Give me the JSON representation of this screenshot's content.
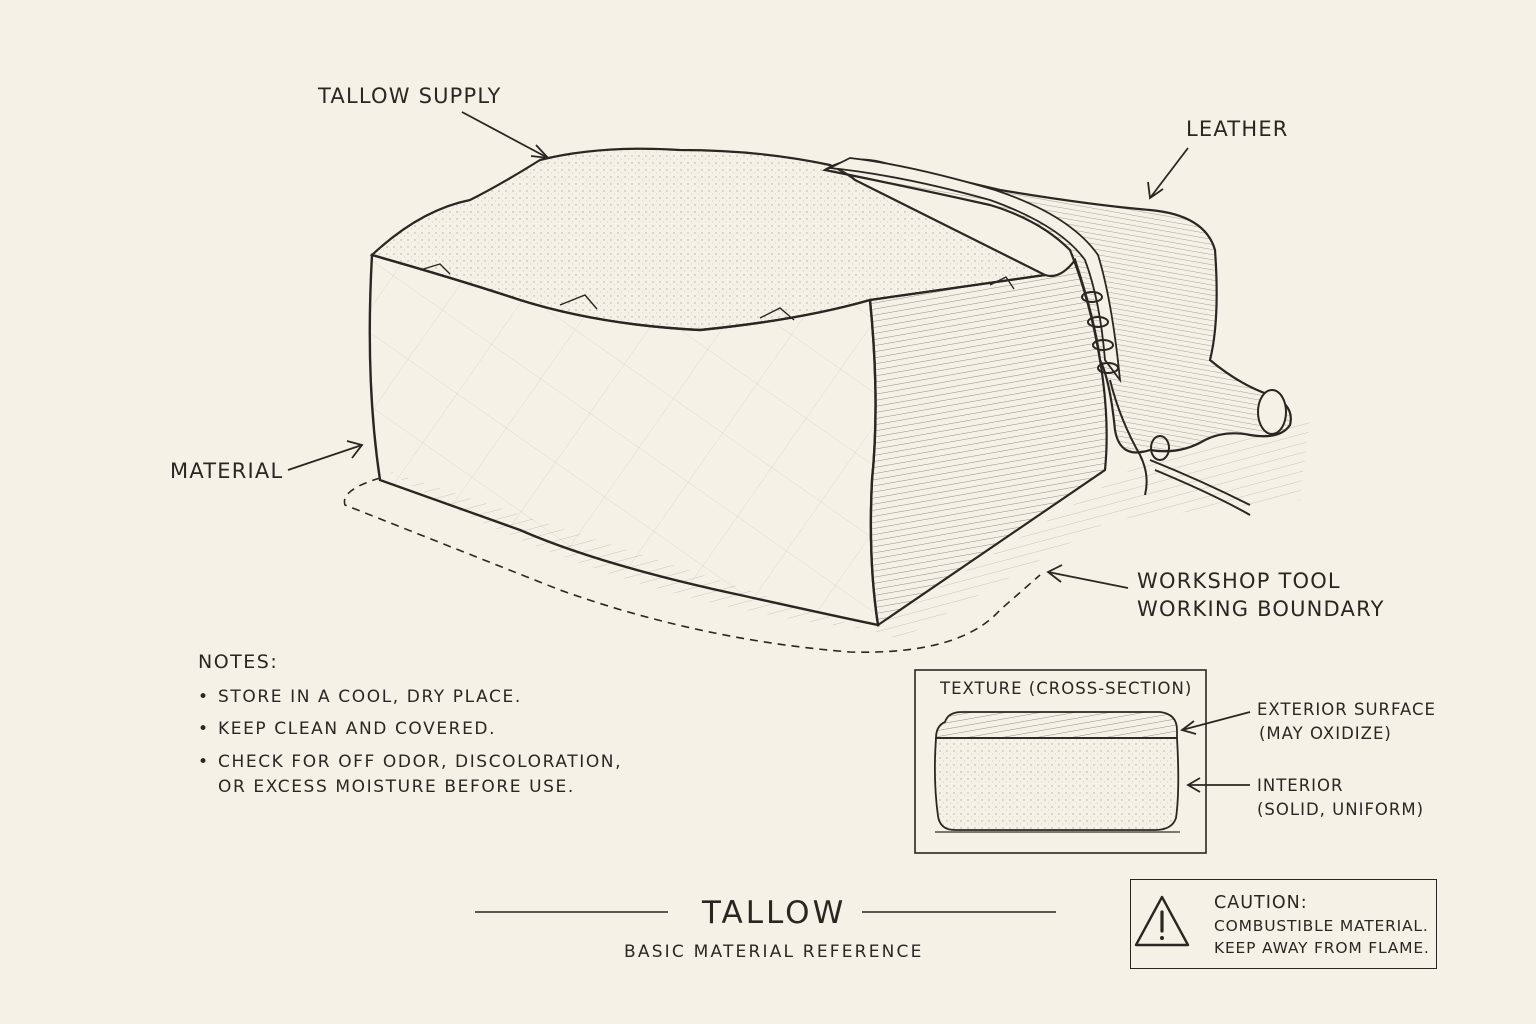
{
  "labels": {
    "tallow_supply": "TALLOW SUPPLY",
    "leather": "LEATHER",
    "material": "MATERIAL",
    "boundary_line1": "WORKSHOP TOOL",
    "boundary_line2": "WORKING BOUNDARY"
  },
  "notes": {
    "title": "NOTES:",
    "items": [
      "STORE IN A COOL, DRY PLACE.",
      "KEEP CLEAN AND COVERED.",
      "CHECK FOR OFF ODOR, DISCOLORATION,"
    ],
    "item3_cont": "OR EXCESS MOISTURE BEFORE USE."
  },
  "inset": {
    "title": "TEXTURE (CROSS-SECTION)",
    "exterior_line1": "EXTERIOR SURFACE",
    "exterior_line2": "(MAY OXIDIZE)",
    "interior_line1": "INTERIOR",
    "interior_line2": "(SOLID, UNIFORM)"
  },
  "footer": {
    "title": "TALLOW",
    "subtitle": "BASIC MATERIAL REFERENCE"
  },
  "caution": {
    "heading": "CAUTION:",
    "line1": "COMBUSTIBLE MATERIAL.",
    "line2": "KEEP AWAY FROM FLAME."
  },
  "icons": {
    "warning": "warning-triangle-icon"
  },
  "colors": {
    "background": "#f6f1e6",
    "ink": "#2a2622"
  }
}
